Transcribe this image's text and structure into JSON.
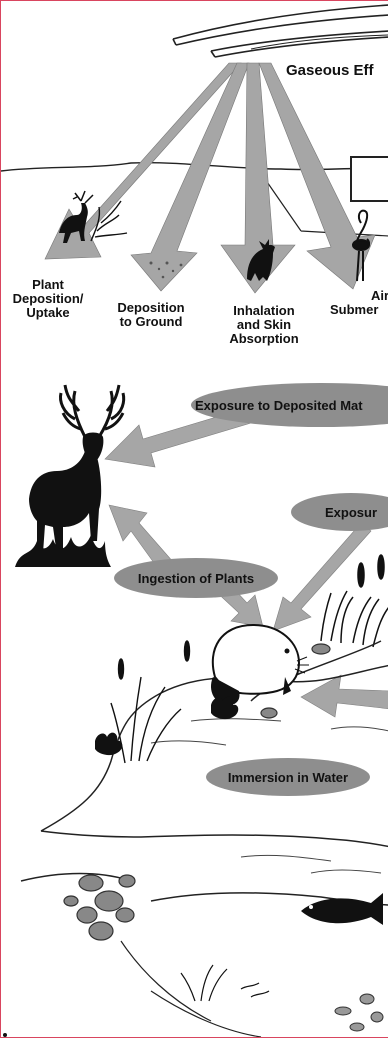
{
  "colors": {
    "arrow": "#a6a6a6",
    "oval": "#8e8e8e",
    "line": "#222222",
    "rock": "#888888",
    "border": "#d9455f"
  },
  "top": {
    "gaseous": "Gaseous Eff",
    "plant_1": "Plant",
    "plant_2": "Deposition/",
    "plant_3": "Uptake",
    "ground_1": "Deposition",
    "ground_2": "to Ground",
    "inhal_1": "Inhalation",
    "inhal_2": "and Skin",
    "inhal_3": "Absorption",
    "air_1": "Air",
    "air_2": "Submer"
  },
  "bottom": {
    "exposure_deposited": "Exposure to Deposited Mat",
    "exposur": "Exposur",
    "ingestion": "Ingestion of Plants",
    "immersion": "Immersion in Water"
  },
  "icons": [
    "deer-icon",
    "coyote-icon",
    "flamingo-icon",
    "beaver-icon",
    "fish-icon",
    "cattail-icon",
    "rock-icon"
  ]
}
